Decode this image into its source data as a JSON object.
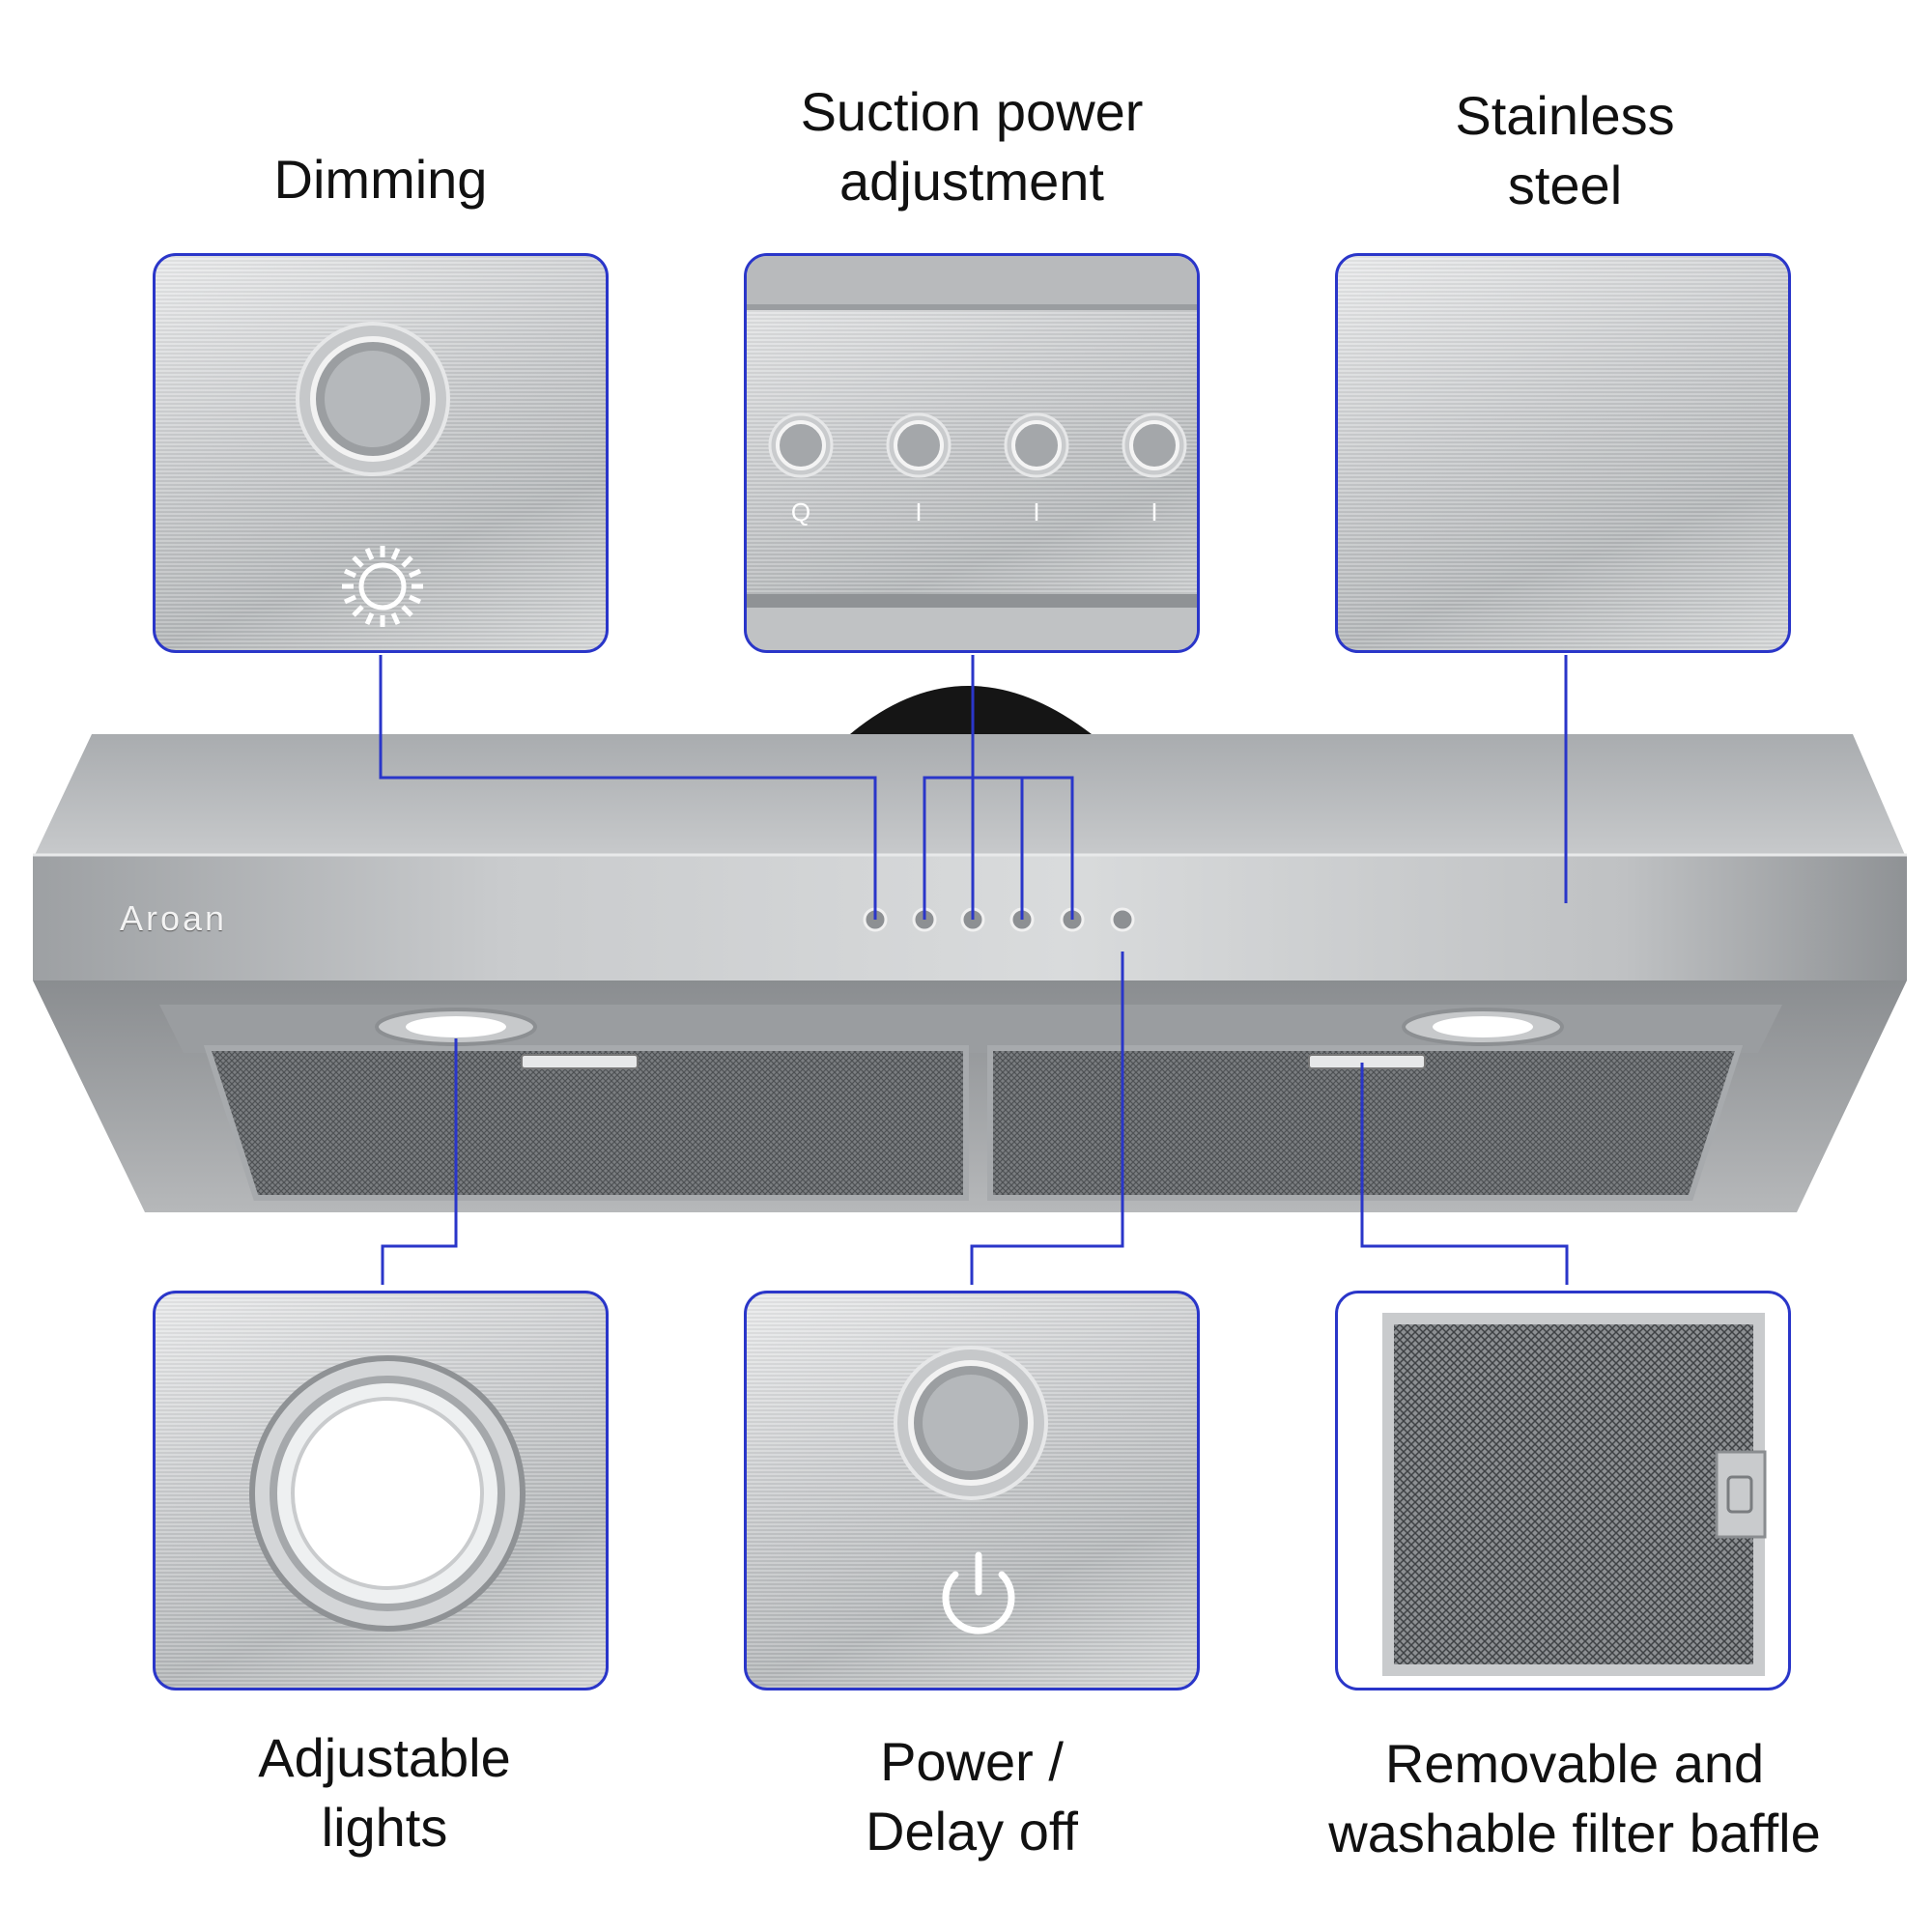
{
  "labels": {
    "dimming": "Dimming",
    "suction": "Suction power\nadjustment",
    "stainless": "Stainless\nsteel",
    "lights": "Adjustable\nlights",
    "power": "Power /\nDelay off",
    "filter": "Removable and\nwashable filter baffle"
  },
  "brand": "Aroan",
  "suction_marks": [
    "Q",
    "I",
    "I",
    "I"
  ],
  "colors": {
    "callout_line": "#2a36c9",
    "steel": "#c4c6c8"
  },
  "icons": [
    "sun-icon",
    "power-icon"
  ]
}
